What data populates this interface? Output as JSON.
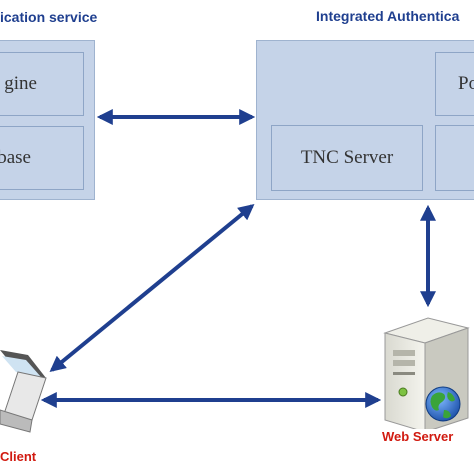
{
  "labels": {
    "left_service": "ication service",
    "right_service": "Integrated Authentica",
    "client": "Client",
    "web_server": "Web Server"
  },
  "left_panel": {
    "cells": [
      "gine",
      "base"
    ]
  },
  "right_panel": {
    "cells": [
      "TNC Server",
      "Po"
    ]
  },
  "icons": {
    "laptop": "laptop-icon",
    "server": "server-icon",
    "globe": "globe-icon"
  },
  "colors": {
    "panel_fill": "#c5d3e8",
    "arrow": "#1f3f8f",
    "label_blue": "#1f3f8f",
    "label_red": "#d11a10"
  }
}
